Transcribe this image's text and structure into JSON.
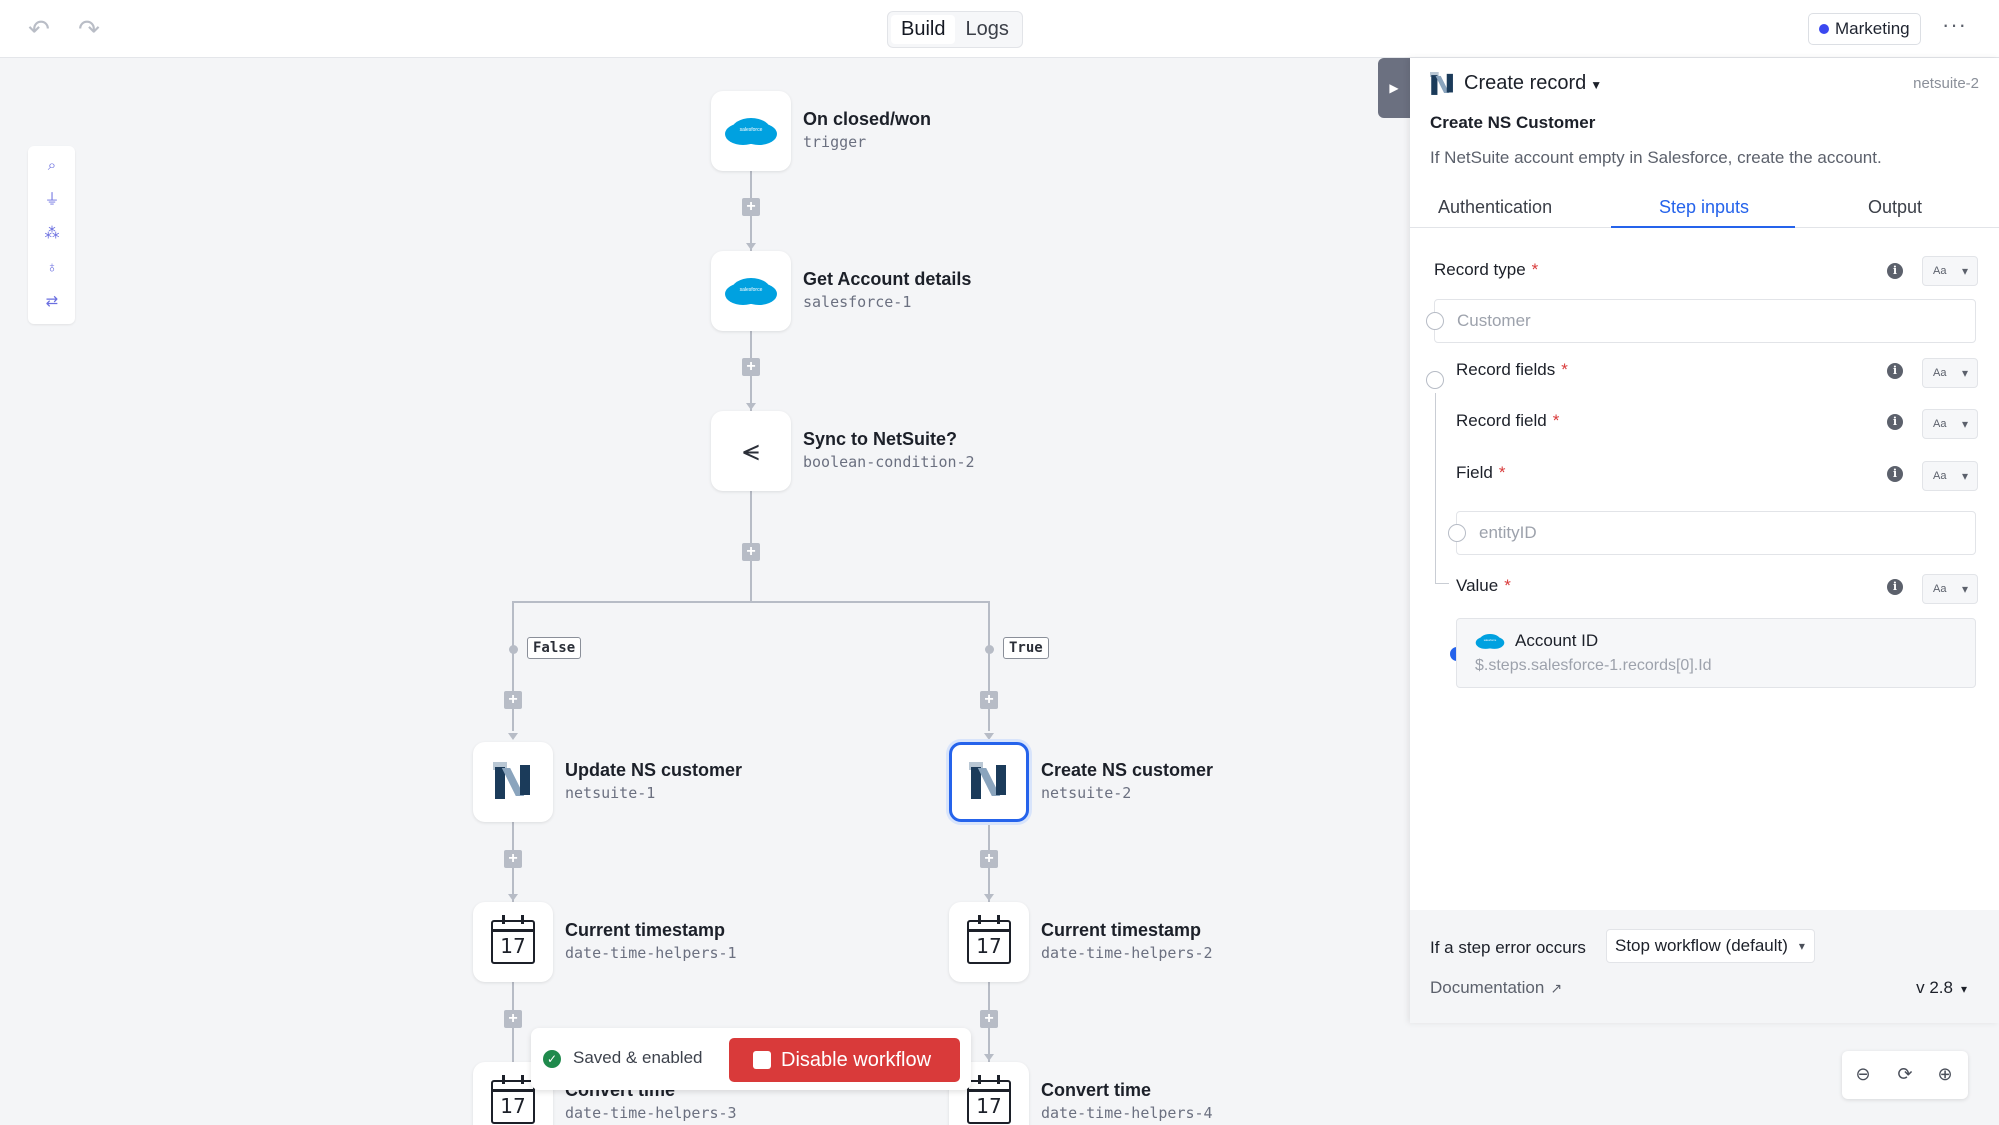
{
  "toolbar": {
    "undo_icon": "undo-icon",
    "redo_icon": "redo-icon",
    "modes": [
      "Build",
      "Logs"
    ],
    "active_mode": "Build",
    "environment": "Marketing",
    "more_icon": "more-icon"
  },
  "canvas": {
    "nodes": [
      {
        "title": "On closed/won",
        "sub": "trigger",
        "icon": "salesforce-icon"
      },
      {
        "title": "Get Account details",
        "sub": "salesforce-1",
        "icon": "salesforce-icon"
      },
      {
        "title": "Sync to NetSuite?",
        "sub": "boolean-condition-2",
        "icon": "branch-icon"
      },
      {
        "title": "Update NS customer",
        "sub": "netsuite-1",
        "icon": "netsuite-icon"
      },
      {
        "title": "Create NS customer",
        "sub": "netsuite-2",
        "icon": "netsuite-icon",
        "selected": true
      },
      {
        "title": "Current timestamp",
        "sub": "date-time-helpers-1",
        "icon": "calendar-icon"
      },
      {
        "title": "Current timestamp",
        "sub": "date-time-helpers-2",
        "icon": "calendar-icon"
      },
      {
        "title": "Convert time",
        "sub": "date-time-helpers-3",
        "icon": "calendar-icon"
      },
      {
        "title": "Convert time",
        "sub": "date-time-helpers-4",
        "icon": "calendar-icon"
      }
    ],
    "branch_false": "False",
    "branch_true": "True",
    "calendar_day": "17"
  },
  "status": {
    "text": "Saved & enabled",
    "disable_button": "Disable workflow"
  },
  "panel": {
    "action": "Create record",
    "step_id": "netsuite-2",
    "step_name": "Create NS Customer",
    "description": "If NetSuite account empty in Salesforce, create the account.",
    "tabs": [
      "Authentication",
      "Step inputs",
      "Output"
    ],
    "active_tab": "Step inputs",
    "fields": {
      "record_type": "Record type",
      "record_type_placeholder": "Customer",
      "record_fields": "Record fields",
      "record_field": "Record field",
      "field": "Field",
      "field_placeholder": "entityID",
      "value": "Value",
      "value_ref_title": "Account ID",
      "value_ref_path": "$.steps.salesforce-1.records[0].Id",
      "required_mark": "*",
      "type_toggle": "Aa"
    },
    "footer": {
      "error_label": "If a step error occurs",
      "error_option": "Stop workflow (default)",
      "doc_link": "Documentation",
      "version": "v 2.8"
    }
  },
  "colors": {
    "accent": "#2563eb",
    "danger": "#d93a3a",
    "success": "#1f8a4c",
    "salesforce": "#00a1e0",
    "env_dot": "#3b48f0"
  }
}
